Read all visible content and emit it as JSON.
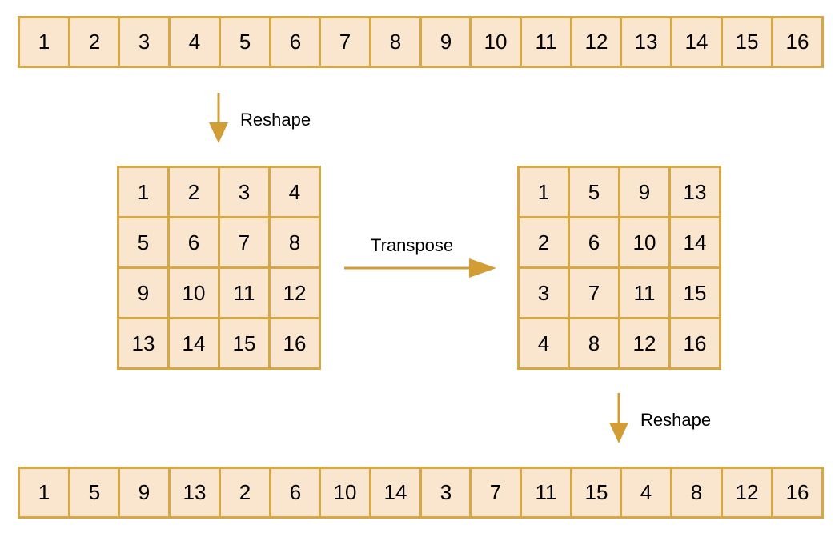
{
  "colors": {
    "cell_fill": "#fae6cf",
    "cell_border": "#d7a645",
    "arrow": "#d19d34",
    "text": "#000000"
  },
  "input_array": [
    "1",
    "2",
    "3",
    "4",
    "5",
    "6",
    "7",
    "8",
    "9",
    "10",
    "11",
    "12",
    "13",
    "14",
    "15",
    "16"
  ],
  "reshape_label_1": "Reshape",
  "matrix_a": [
    [
      "1",
      "2",
      "3",
      "4"
    ],
    [
      "5",
      "6",
      "7",
      "8"
    ],
    [
      "9",
      "10",
      "11",
      "12"
    ],
    [
      "13",
      "14",
      "15",
      "16"
    ]
  ],
  "transpose_label": "Transpose",
  "matrix_b": [
    [
      "1",
      "5",
      "9",
      "13"
    ],
    [
      "2",
      "6",
      "10",
      "14"
    ],
    [
      "3",
      "7",
      "11",
      "15"
    ],
    [
      "4",
      "8",
      "12",
      "16"
    ]
  ],
  "reshape_label_2": "Reshape",
  "output_array": [
    "1",
    "5",
    "9",
    "13",
    "2",
    "6",
    "10",
    "14",
    "3",
    "7",
    "11",
    "15",
    "4",
    "8",
    "12",
    "16"
  ]
}
